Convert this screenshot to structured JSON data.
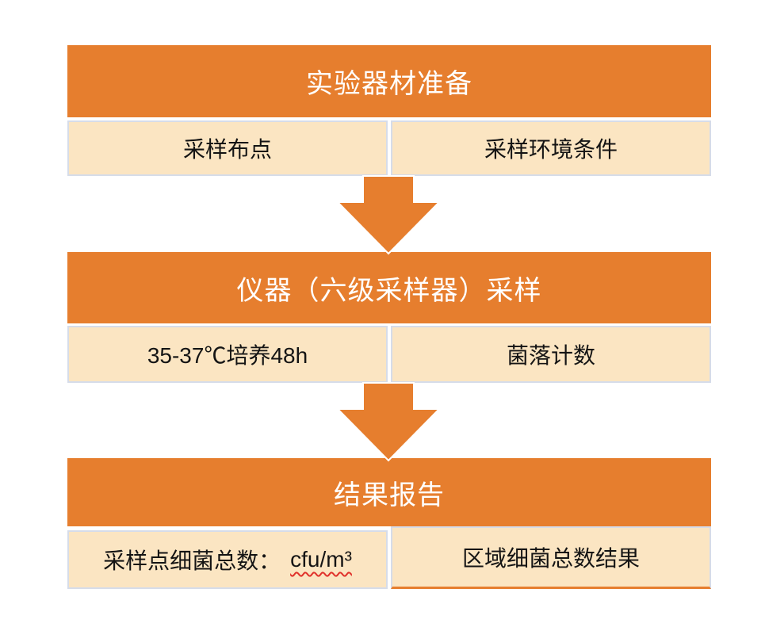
{
  "colors": {
    "orange": "#E67E2E",
    "cream": "#FBE5C2",
    "cellBorder": "#D6DCE9",
    "headerText": "#FFFFFF",
    "cellText": "#141414",
    "squiggle": "#E0312B",
    "background": "#FFFFFF"
  },
  "flow": {
    "steps": [
      {
        "header": "实验器材准备",
        "cells": [
          {
            "text": "采样布点"
          },
          {
            "text": "采样环境条件"
          }
        ]
      },
      {
        "header": "仪器（六级采样器）采样",
        "cells": [
          {
            "text": "35-37℃培养48h"
          },
          {
            "text": "菌落计数"
          }
        ]
      },
      {
        "header": "结果报告",
        "cells": [
          {
            "prefix": "采样点细菌总数：",
            "unit": "cfu/m³"
          },
          {
            "text": "区域细菌总数结果"
          }
        ]
      }
    ]
  }
}
